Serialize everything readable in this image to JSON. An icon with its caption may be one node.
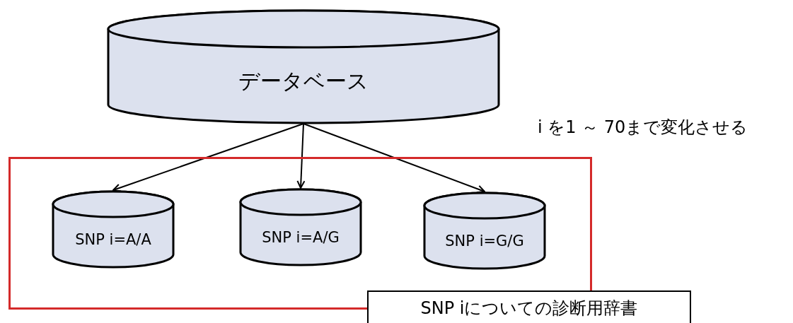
{
  "diagram": {
    "nodes": [
      {
        "text": [
          "データベース"
        ]
      },
      {
        "text": [
          "SNP iについての診断用辞書"
        ]
      },
      {
        "text": [
          "SNP i=A/A"
        ],
        "in": 1
      },
      {
        "text": [
          "SNP i=A/G"
        ],
        "in": 1
      },
      {
        "text": [
          "SNP i=G/G"
        ],
        "in": 1
      }
    ],
    "edges": [
      {
        "from": 0,
        "to": 2,
        "arrow": "to"
      },
      {
        "from": 0,
        "to": 3,
        "arrow": "to"
      },
      {
        "from": 0,
        "to": 4,
        "arrow": "to"
      }
    ],
    "labels": [
      "i を1 ～ 70まで変化させる"
    ]
  }
}
